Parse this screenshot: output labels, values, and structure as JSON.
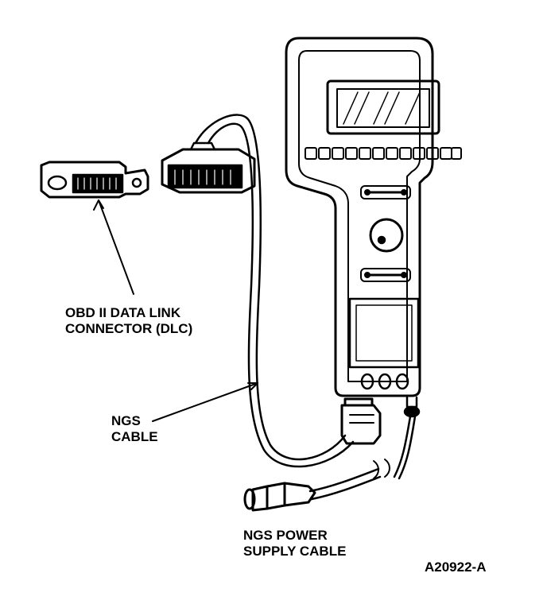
{
  "labels": {
    "dlc": {
      "line1": "OBD II DATA LINK",
      "line2": "CONNECTOR (DLC)"
    },
    "ngs_cable": {
      "line1": "NGS",
      "line2": "CABLE"
    },
    "power_cable": {
      "line1": "NGS POWER",
      "line2": "SUPPLY CABLE"
    },
    "figure_id": "A20922-A"
  },
  "colors": {
    "ink": "#000000",
    "paper": "#ffffff"
  }
}
